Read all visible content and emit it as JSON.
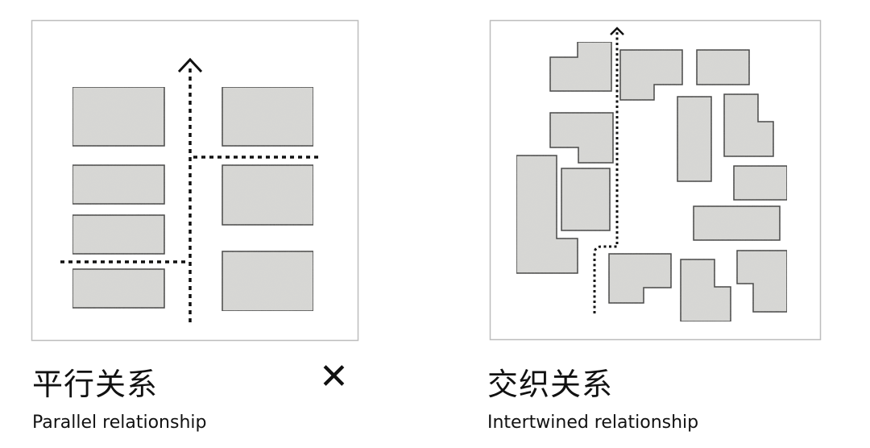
{
  "panels": [
    {
      "title_cn": "平行关系",
      "title_en": "Parallel relationship"
    },
    {
      "title_cn": "交织关系",
      "title_en": "Intertwined relationship"
    }
  ],
  "separator_symbol": "✕",
  "colors": {
    "block_fill": "#d8d8d5",
    "block_stroke": "#3a3a3a",
    "frame": "#bdbdbd",
    "path": "#111111"
  }
}
